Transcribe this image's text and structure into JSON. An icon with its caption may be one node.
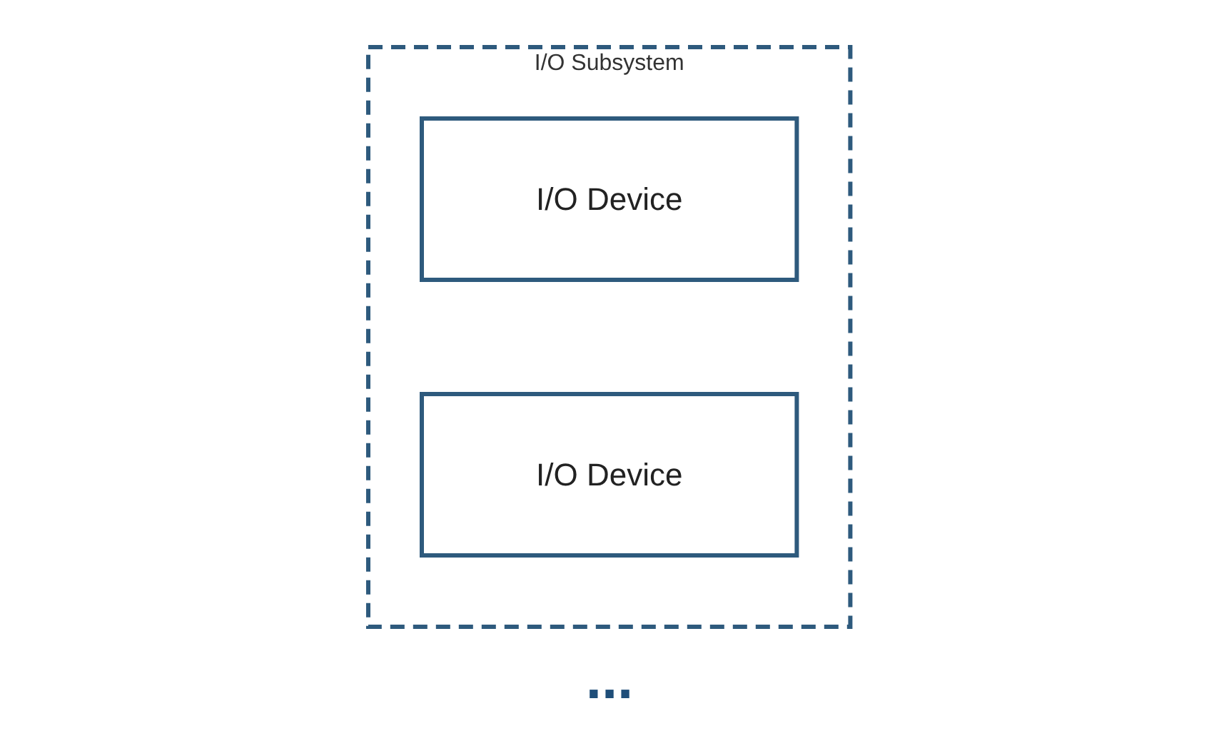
{
  "diagram": {
    "nodes": [
      {
        "text": [
          "I/O Subsystem"
        ]
      },
      {
        "text": [
          "I/O Device"
        ],
        "in": 0
      },
      {
        "text": [
          "I/O Device"
        ],
        "in": 0
      }
    ],
    "edges": [],
    "labels": [
      "..."
    ]
  }
}
